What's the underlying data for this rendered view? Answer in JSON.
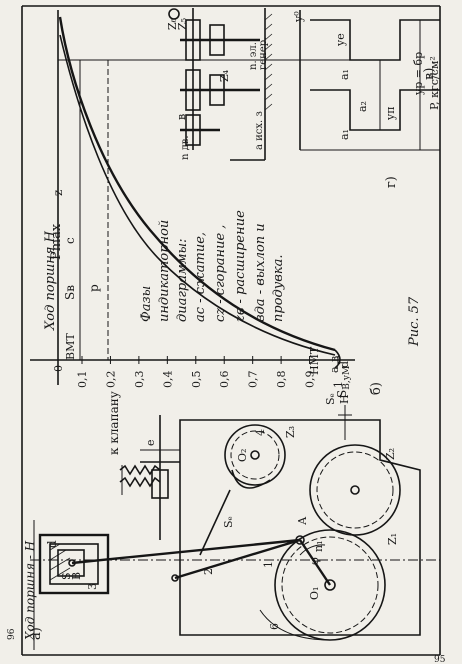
{
  "figure": {
    "caption": "Рис. 57",
    "page_number": "95",
    "margin_mark": "96"
  },
  "panel_a": {
    "label": "а)",
    "valve_label": "к клапану",
    "stroke_label": "Ход поршня - Н",
    "parts": {
      "piston_d": "d",
      "s_b": "S",
      "s_b_sub": "в",
      "a_label": "А",
      "b_label": "В",
      "n3": "3",
      "n2": "2",
      "n1": "1",
      "n4": "4",
      "n6": "6",
      "o1": "О₁",
      "o2": "О₂",
      "phi": "φ",
      "n_one": "n₁",
      "z1": "Z₁",
      "z2": "Z₂",
      "z3": "Z₃",
      "e_label": "е",
      "s_e": "Sₑ",
      "s_e_bottom": "Sₑ",
      "h_label": "Н"
    }
  },
  "panel_b": {
    "label": "б)",
    "ylabel": "Ход поршня Н",
    "xlabel": "S",
    "xlabel_sub": "В,уМ",
    "pressure_label": "P, кгс/см²",
    "pmax_label": "Pmax",
    "bmt_label": "ВМТ",
    "nmt_label": "НМТ",
    "p_label": "р",
    "sb_label": "Sв",
    "c_label": "с",
    "z_label": "z",
    "b_label_small": "в",
    "a_label_small": "а",
    "d_label": "d",
    "zero_label": "0",
    "phases_text": [
      "Фазы",
      "индикаторной",
      "диаграммы:",
      "ас - сжатие,",
      "сz - сгорание ,",
      "zв - расширение",
      "вда - выхлоп и",
      "продувка."
    ],
    "ticks": [
      "0,1",
      "0,2",
      "0,3",
      "0,4",
      "0,5",
      "0,6",
      "0,7",
      "0,8",
      "0,9",
      "1"
    ]
  },
  "panel_c": {
    "label": "в)"
  },
  "panel_g": {
    "label": "г)",
    "labels": {
      "z6": "Z₆",
      "z5": "Z₅",
      "z4": "Z₄",
      "n_el": "n. эл.",
      "gener": "генер.",
      "n_dv": "n дв.",
      "b": "в",
      "a_isk": "а исх. з",
      "y0": "y⁰",
      "a1_top": "а₁",
      "a1_bot": "а₁",
      "a2": "а₂",
      "ye": "yе",
      "yn": "yп",
      "yp_eq": "yр = бр"
    }
  }
}
